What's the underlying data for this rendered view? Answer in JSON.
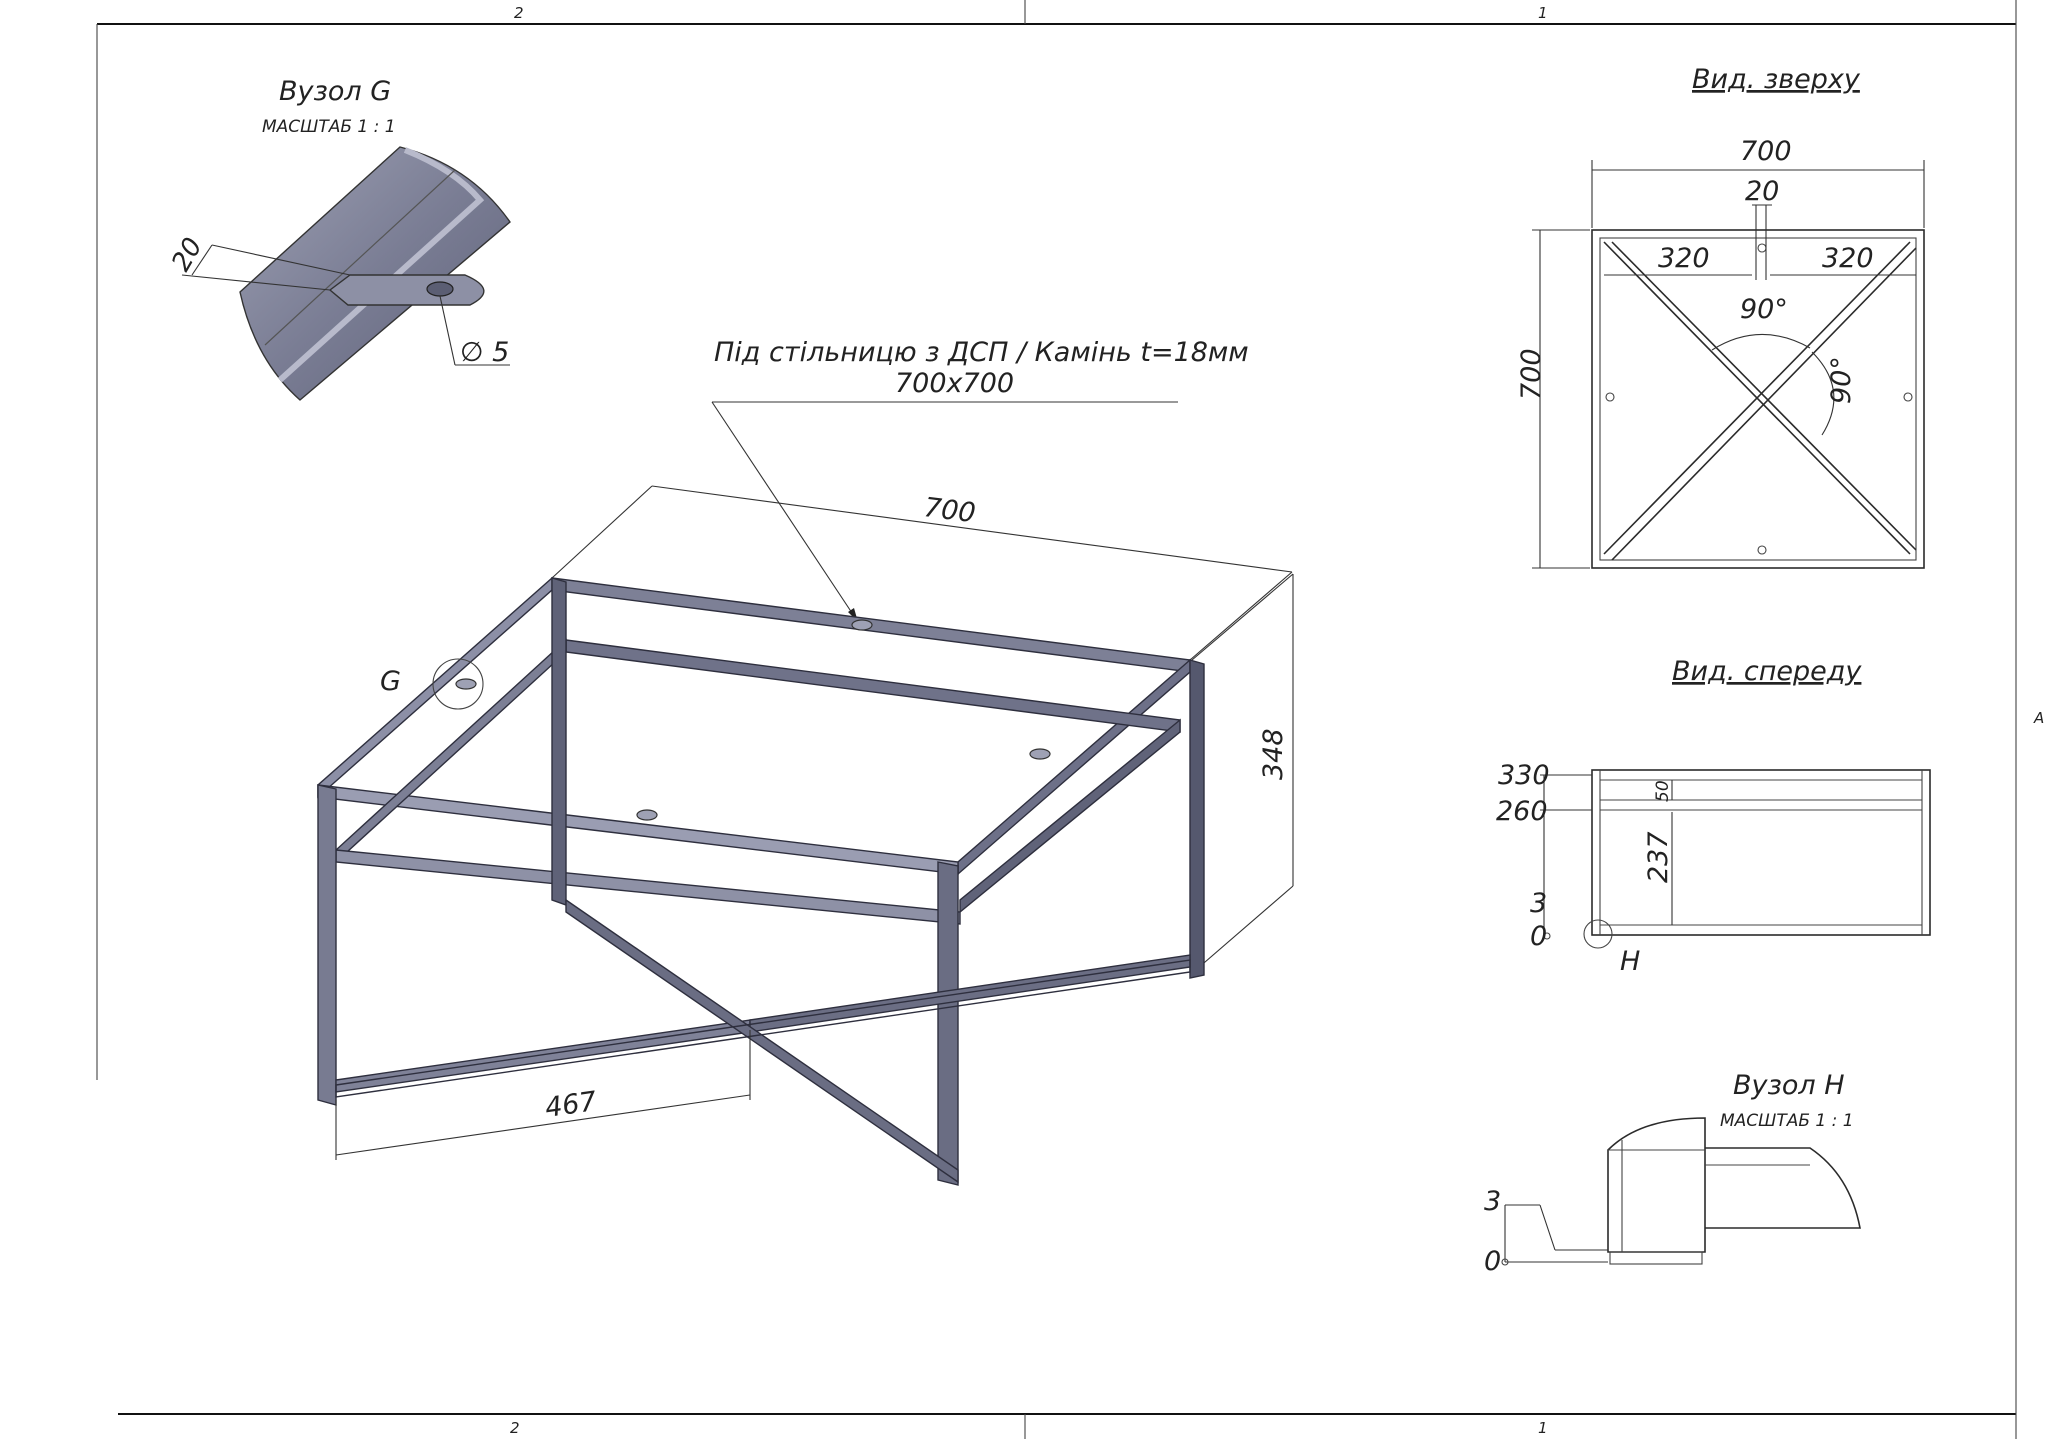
{
  "frame": {
    "zones_top": [
      "2",
      "1"
    ],
    "zones_bottom": [
      "2",
      "1"
    ],
    "zone_right": "A"
  },
  "detail_g": {
    "title": "Вузол G",
    "scale": "МАСШТАБ 1 : 1",
    "dim_width": "20",
    "dim_hole": "∅ 5"
  },
  "main_view": {
    "note_line1": "Під стільницю з ДСП / Камінь t=18мм",
    "note_line2": "700x700",
    "dim_width": "700",
    "dim_height": "348",
    "dim_bottom": "467",
    "marker_g": "G"
  },
  "top_view": {
    "title": "Вид. зверху",
    "dim_width": "700",
    "dim_tab": "20",
    "dim_left": "320",
    "dim_right": "320",
    "dim_height": "700",
    "angle_top": "90°",
    "angle_right": "90°"
  },
  "front_view": {
    "title": "Вид. спереду",
    "level_330": "330",
    "level_260": "260",
    "level_3": "3",
    "level_0": "0",
    "dim_50": "50",
    "dim_237": "237",
    "marker_h": "H"
  },
  "detail_h": {
    "title": "Вузол H",
    "scale": "МАСШТАБ 1 : 1",
    "level_3": "3",
    "level_0": "0"
  },
  "colors": {
    "steel_light": "#8c8fa6",
    "steel_mid": "#6d7088",
    "steel_dark": "#4d5066",
    "line": "#2b2b2b"
  }
}
